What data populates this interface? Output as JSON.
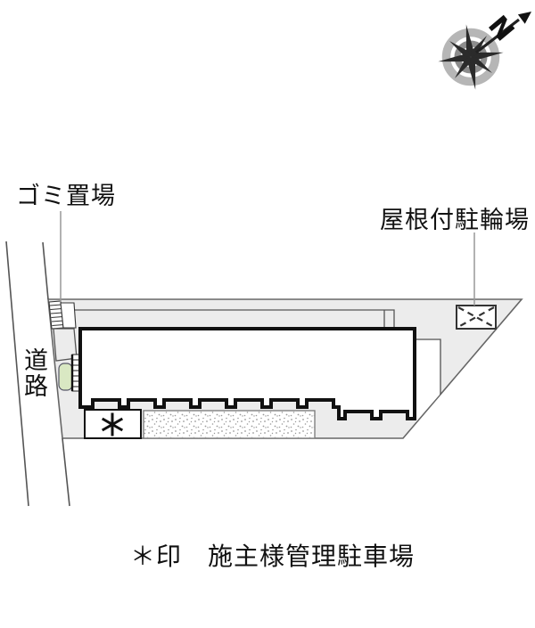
{
  "labels": {
    "garbage": "ゴミ置場",
    "bicycle_parking": "屋根付駐輪場",
    "road": [
      "道",
      "路"
    ],
    "north": "N"
  },
  "caption": "＊印　施主様管理駐車場",
  "parking_marker": "＊",
  "colors": {
    "plot_fill": "#ececec",
    "outline": "#666666",
    "building_outline": "#111111",
    "thin_line": "#555555",
    "leader_line": "#999999",
    "bush_fill": "#d9e8c3",
    "compass_ring_outer": "#b6b6b6",
    "compass_ring_inner": "#8d8d8d",
    "compass_star": "#2b2b2b",
    "stipple_dot": "#999999",
    "text": "#111111"
  }
}
